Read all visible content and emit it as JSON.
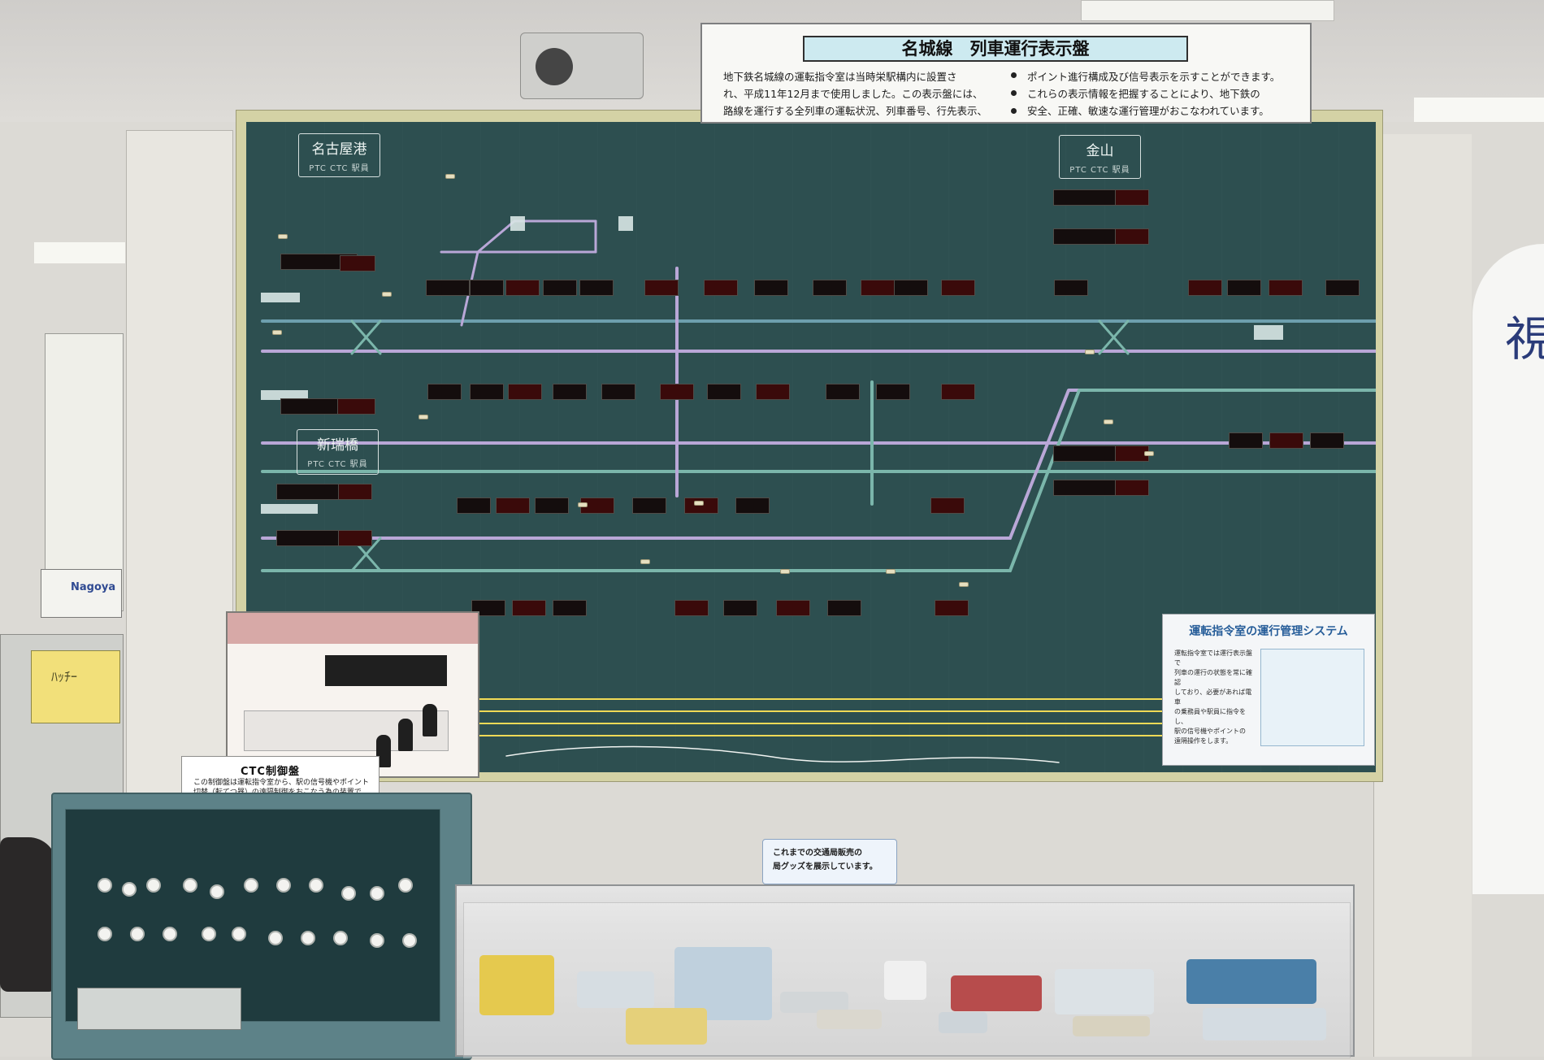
{
  "sign": {
    "title": "名城線　列車運行表示盤",
    "left_text": [
      "地下鉄名城線の運転指令室は当時栄駅構内に設置さ",
      "れ、平成11年12月まで使用しました。この表示盤には、",
      "路線を運行する全列車の運転状況、列車番号、行先表示、"
    ],
    "right_text": [
      "ポイント進行構成及び信号表示を示すことができます。",
      "これらの表示情報を把握することにより、地下鉄の",
      "安全、正確、敏速な運行管理がおこなわれています。"
    ]
  },
  "stations": {
    "nagoyako": "名古屋港",
    "shinmizuho": "新瑞橋",
    "kanayama": "金山"
  },
  "ctc": {
    "title": "CTC制御盤",
    "text": [
      "この制御盤は運転指令室から、駅の信号機やポイント",
      "切替（転てつ器）の遠隔制御をおこなう為の装置です。"
    ]
  },
  "explain": {
    "title": "運転指令室の運行管理システム",
    "text": [
      "運転指令室では運行表示盤で",
      "列車の運行の状態を常に確認",
      "しており、必要があれば電車",
      "の乗務員や駅員に指令をし、",
      "駅の信号機やポイントの",
      "遠隔操作をします。"
    ]
  },
  "counter": {
    "lines": [
      "これまでの交通局販売の",
      "局グッズを展示しています。"
    ]
  },
  "left_sign": "Nagoya"
}
